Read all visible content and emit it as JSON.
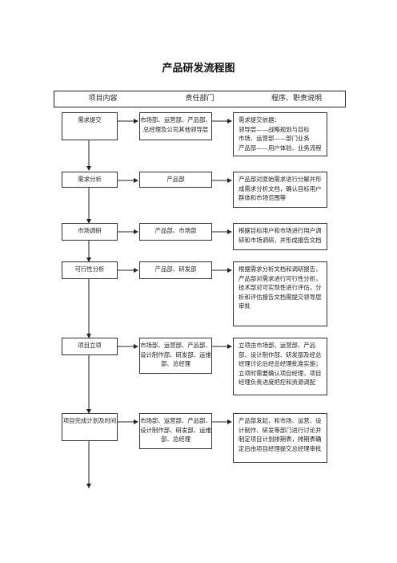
{
  "title": "产品研发流程图",
  "header": {
    "col1": "项目内容",
    "col2": "责任部门",
    "col3": "程序、职责说明"
  },
  "rows": [
    {
      "item": "需求提交",
      "dept": "市场部、运营部、产品部、总经理及公司其他领导层",
      "desc": "需求提交依据：\n领导层——战略规划与目标\n市场、运营部——部门业务\n产品部——用户体验、业务流程"
    },
    {
      "item": "需求分析",
      "dept": "产品部",
      "desc": "产品部对原始需求进行分解并形成需求分析文档，确认目标用户群体和市场范围等"
    },
    {
      "item": "市场调研",
      "dept": "产品部、市场部",
      "desc": "根据目标用户和市场进行用户调研和市场调研，并形成报告文档"
    },
    {
      "item": "可行性分析",
      "dept": "产品部、研发部",
      "desc": "根据需求分析文档和调研报告，产品部对需求进行可行性分析，技术部对可实现性进行评估，分析和评估报告文档需提交领导层审批"
    },
    {
      "item": "项目立项",
      "dept": "市场部、运营部、产品部、设计制作部、研发部、运维部、总经理",
      "desc": "立项由市场部、运营部、产品部、设计制作部、研发部及经总经理讨论后经总经理批准实施；\n立项时需要确认项目经理，项目经理负责进度把控和资源调配"
    },
    {
      "item": "项目完成计划及时间",
      "dept": "市场部、运营部、产品部、设计制作部、研发部、运维部、总经理",
      "desc": "产品部发起，和市场、运营、设计制作、研发等部门进行讨论并制定项目计划排期表，排期表确定后由项目经理提交总经理审批"
    }
  ]
}
